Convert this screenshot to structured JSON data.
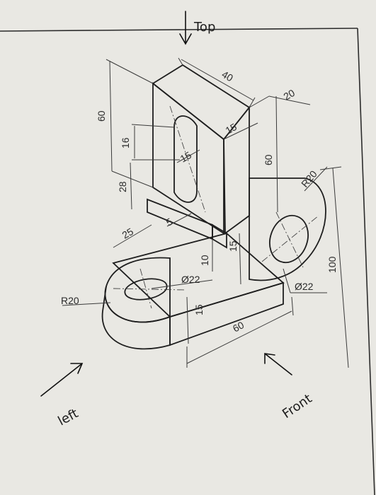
{
  "annotations": {
    "top": "Top",
    "left": "left",
    "front": "Front"
  },
  "dimensions": {
    "d40": "40",
    "d20": "20",
    "d15_top": "15",
    "d60_left": "60",
    "d60_right": "60",
    "d16": "16",
    "d28": "28",
    "d15_slot": "15",
    "d5": "5",
    "d25": "25",
    "d10": "10",
    "d15_mid": "15",
    "d22_left": "Ø22",
    "d22_right": "Ø22",
    "r20_left": "R20",
    "r20_right": "R20",
    "d100": "100",
    "d15_base": "15",
    "d60_base": "60"
  },
  "colors": {
    "paper": "#e9e8e3",
    "ink": "#1e1e1e",
    "pen": "#111111"
  }
}
